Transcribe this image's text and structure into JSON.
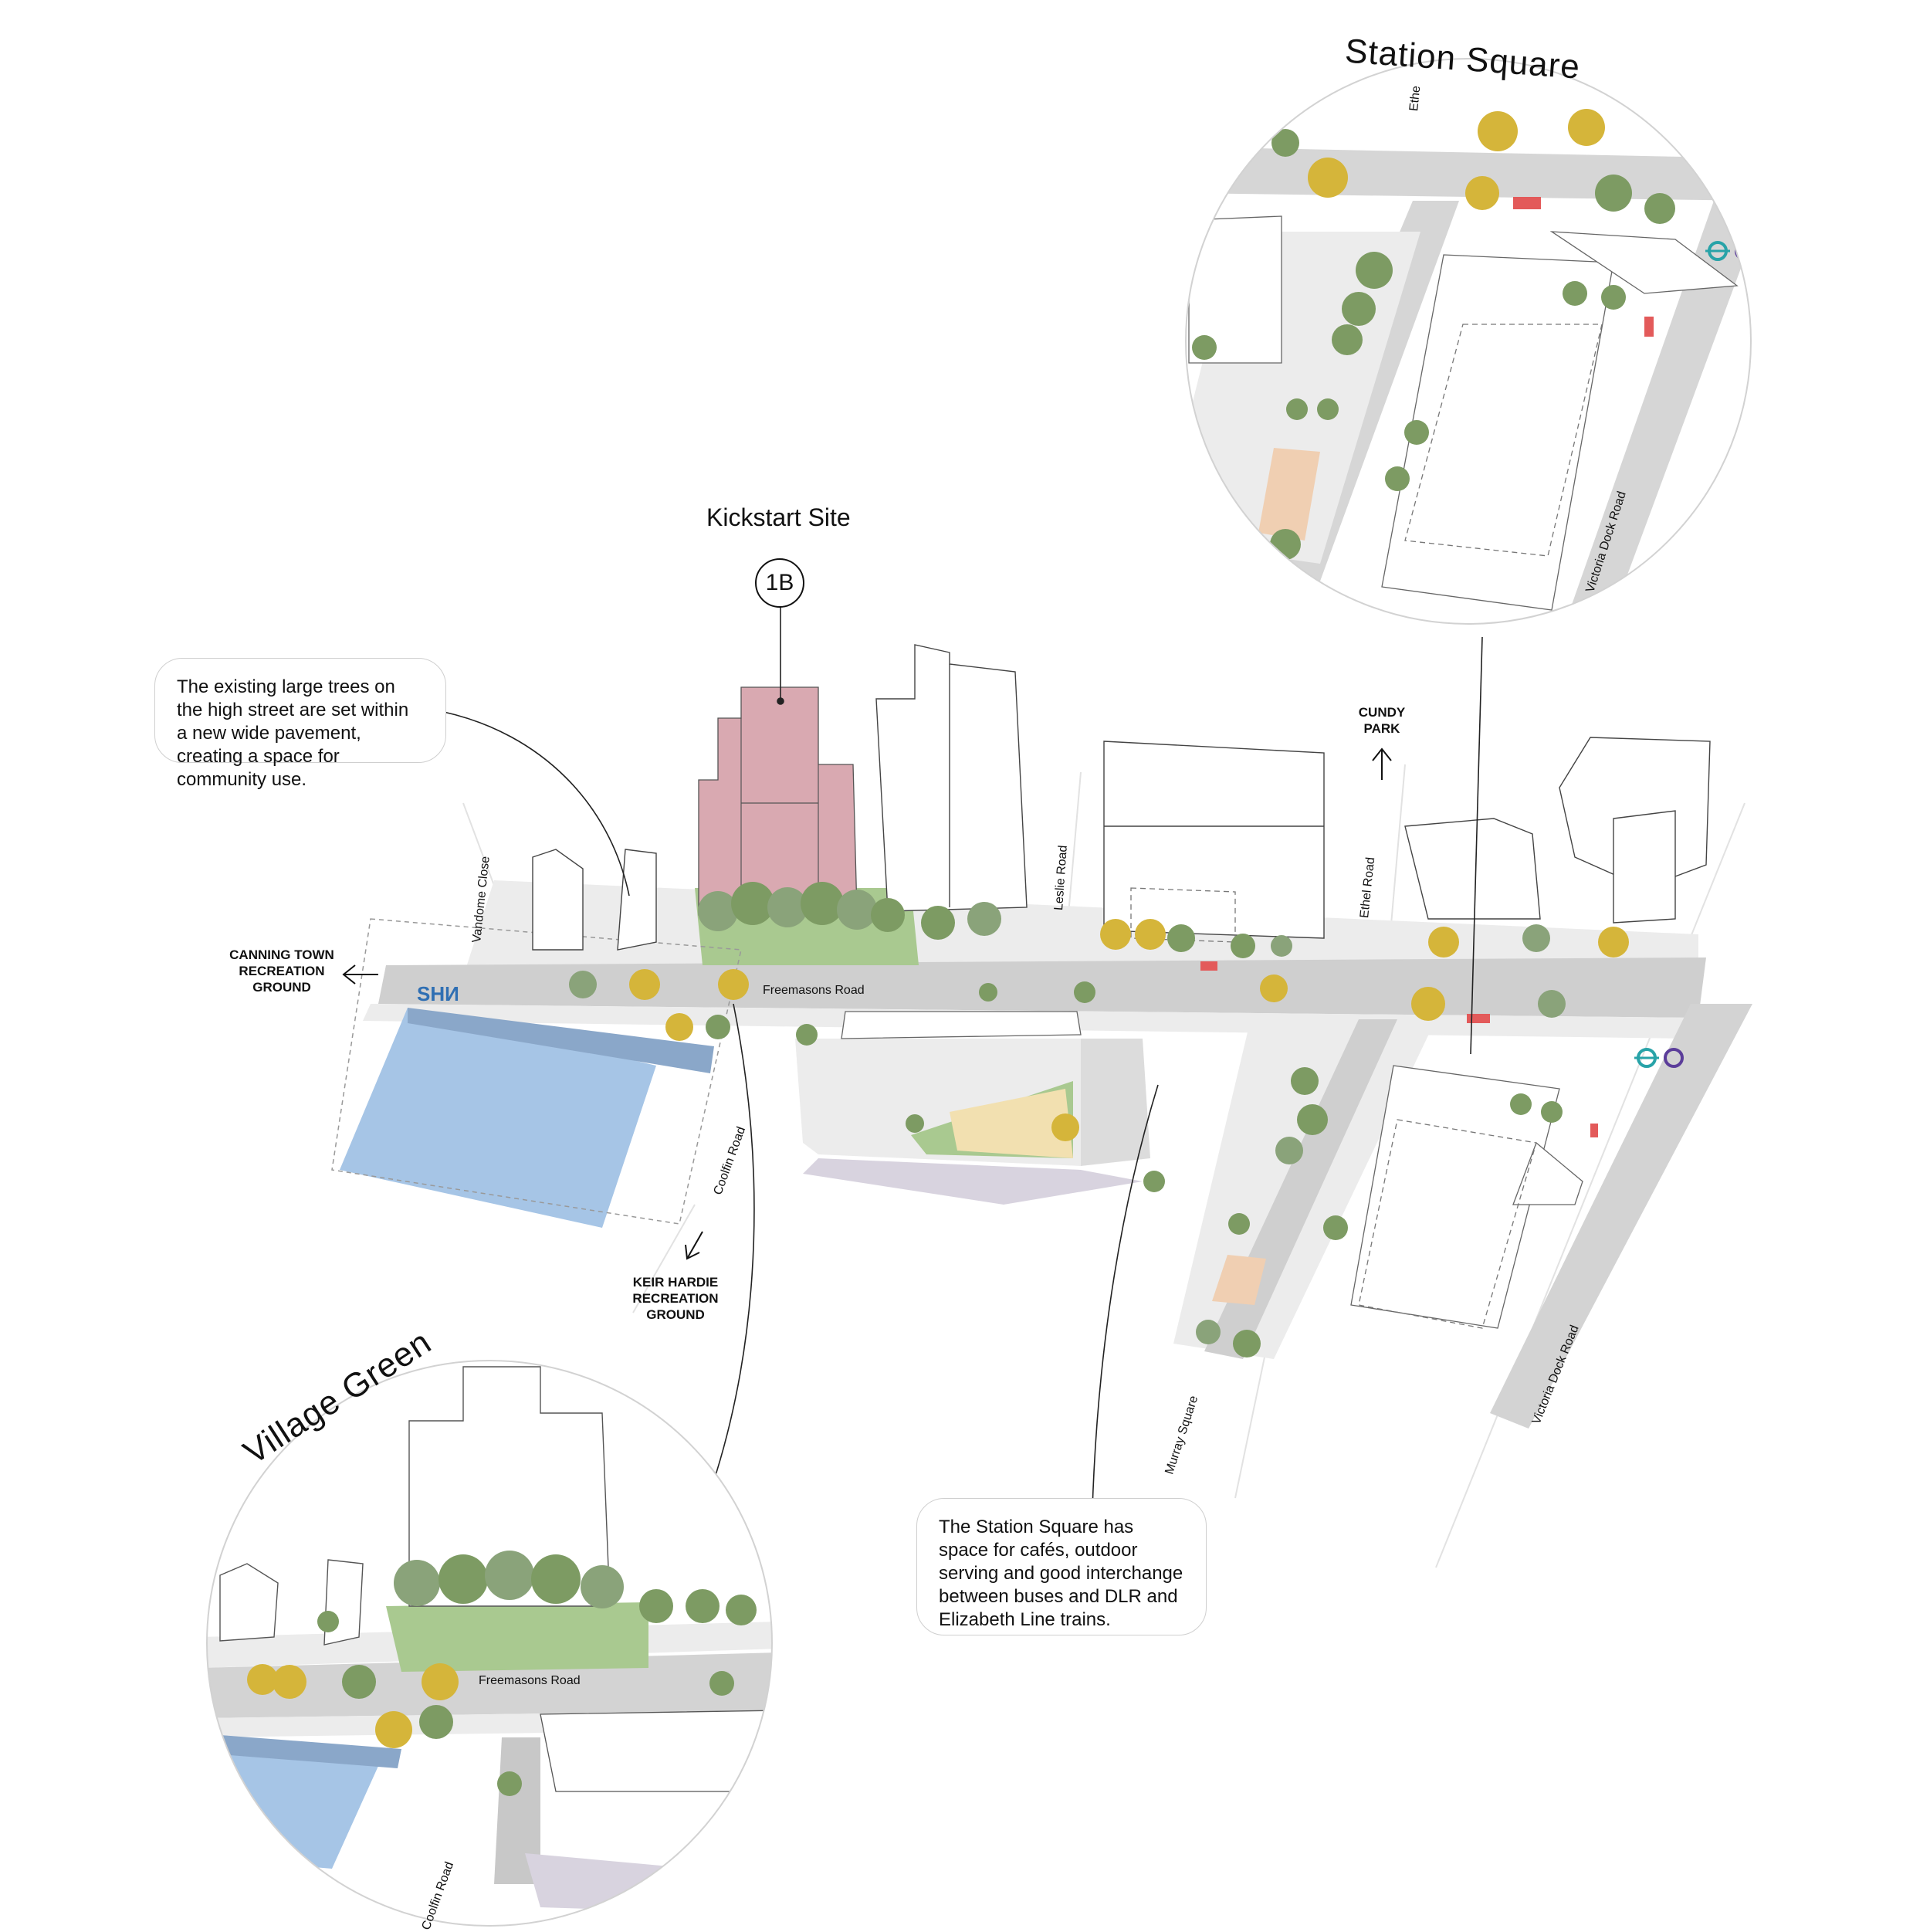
{
  "kickstart": {
    "title": "Kickstart Site",
    "marker": "1B"
  },
  "callouts": {
    "trees": "The existing large trees on the high street are set within a new wide pavement, creating a space for community use.",
    "station": "The Station Square has space for cafés, outdoor serving and good interchange between buses and DLR and Elizabeth Line trains."
  },
  "inset_titles": {
    "station_square": "Station Square",
    "village_green": "Village Green"
  },
  "destinations": {
    "canning_town": "CANNING TOWN\nRECREATION\nGROUND",
    "cundy_park": "CUNDY\nPARK",
    "keir_hardie": "KEIR HARDIE\nRECREATION\nGROUND"
  },
  "streets": {
    "freemasons": "Freemasons Road",
    "vandome": "Vandome Close",
    "leslie": "Leslie Road",
    "ethel": "Ethel Road",
    "ethel_partial": "Ethe",
    "coolfin": "Coolfin Road",
    "murray": "Murray Square",
    "victoria_dock": "Victoria Dock Road"
  },
  "building_sign": "SHИ",
  "colors": {
    "kickstart_building": "#d9a9b1",
    "health_building": "#a6c5e6",
    "green_space": "#a9c990",
    "road": "#cfcfcf",
    "pavement": "#e8e8e8",
    "sand": "#f2e0b0",
    "tree_green": "#7d9b63",
    "tree_yellow": "#d5b53a",
    "seating_red": "#e35a5a"
  },
  "icons": [
    "tube-roundel-icon",
    "arrow-icon",
    "tree-icon"
  ]
}
